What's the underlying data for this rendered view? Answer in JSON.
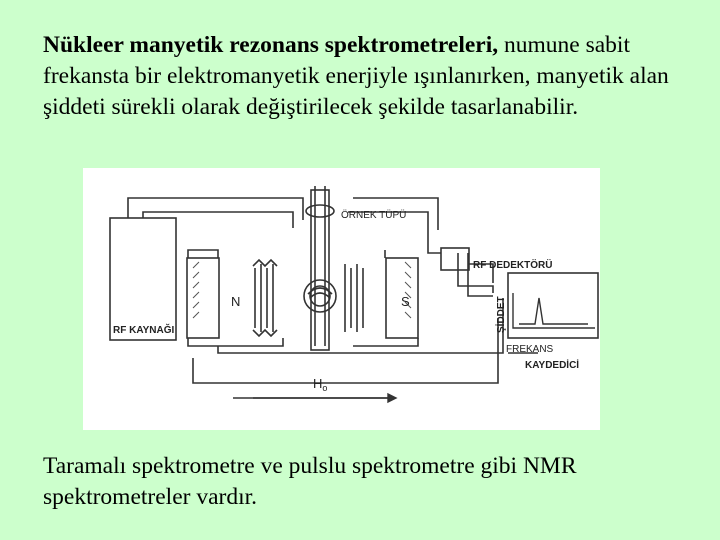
{
  "intro": {
    "bold": "Nükleer manyetik rezonans spektrometreleri,",
    "rest": " numune sabit frekansta bir elektromanyetik enerjiyle ışınlanırken, manyetik alan şiddeti sürekli olarak değiştirilecek şekilde tasarlanabilir."
  },
  "diagram": {
    "sample_tube": "ÖRNEK TÜPÜ",
    "rf_detector": "RF DEDEKTÖRÜ",
    "rf_source": "RF KAYNAĞI",
    "pole_n": "N",
    "pole_s": "S",
    "field": "H",
    "field_sub": "o",
    "intensity": "ŞİDDET",
    "frequency": "FREKANS",
    "recorder": "KAYDEDİCİ"
  },
  "outro": {
    "text": "Taramalı spektrometre ve pulslu spektrometre gibi NMR spektrometreler vardır."
  }
}
